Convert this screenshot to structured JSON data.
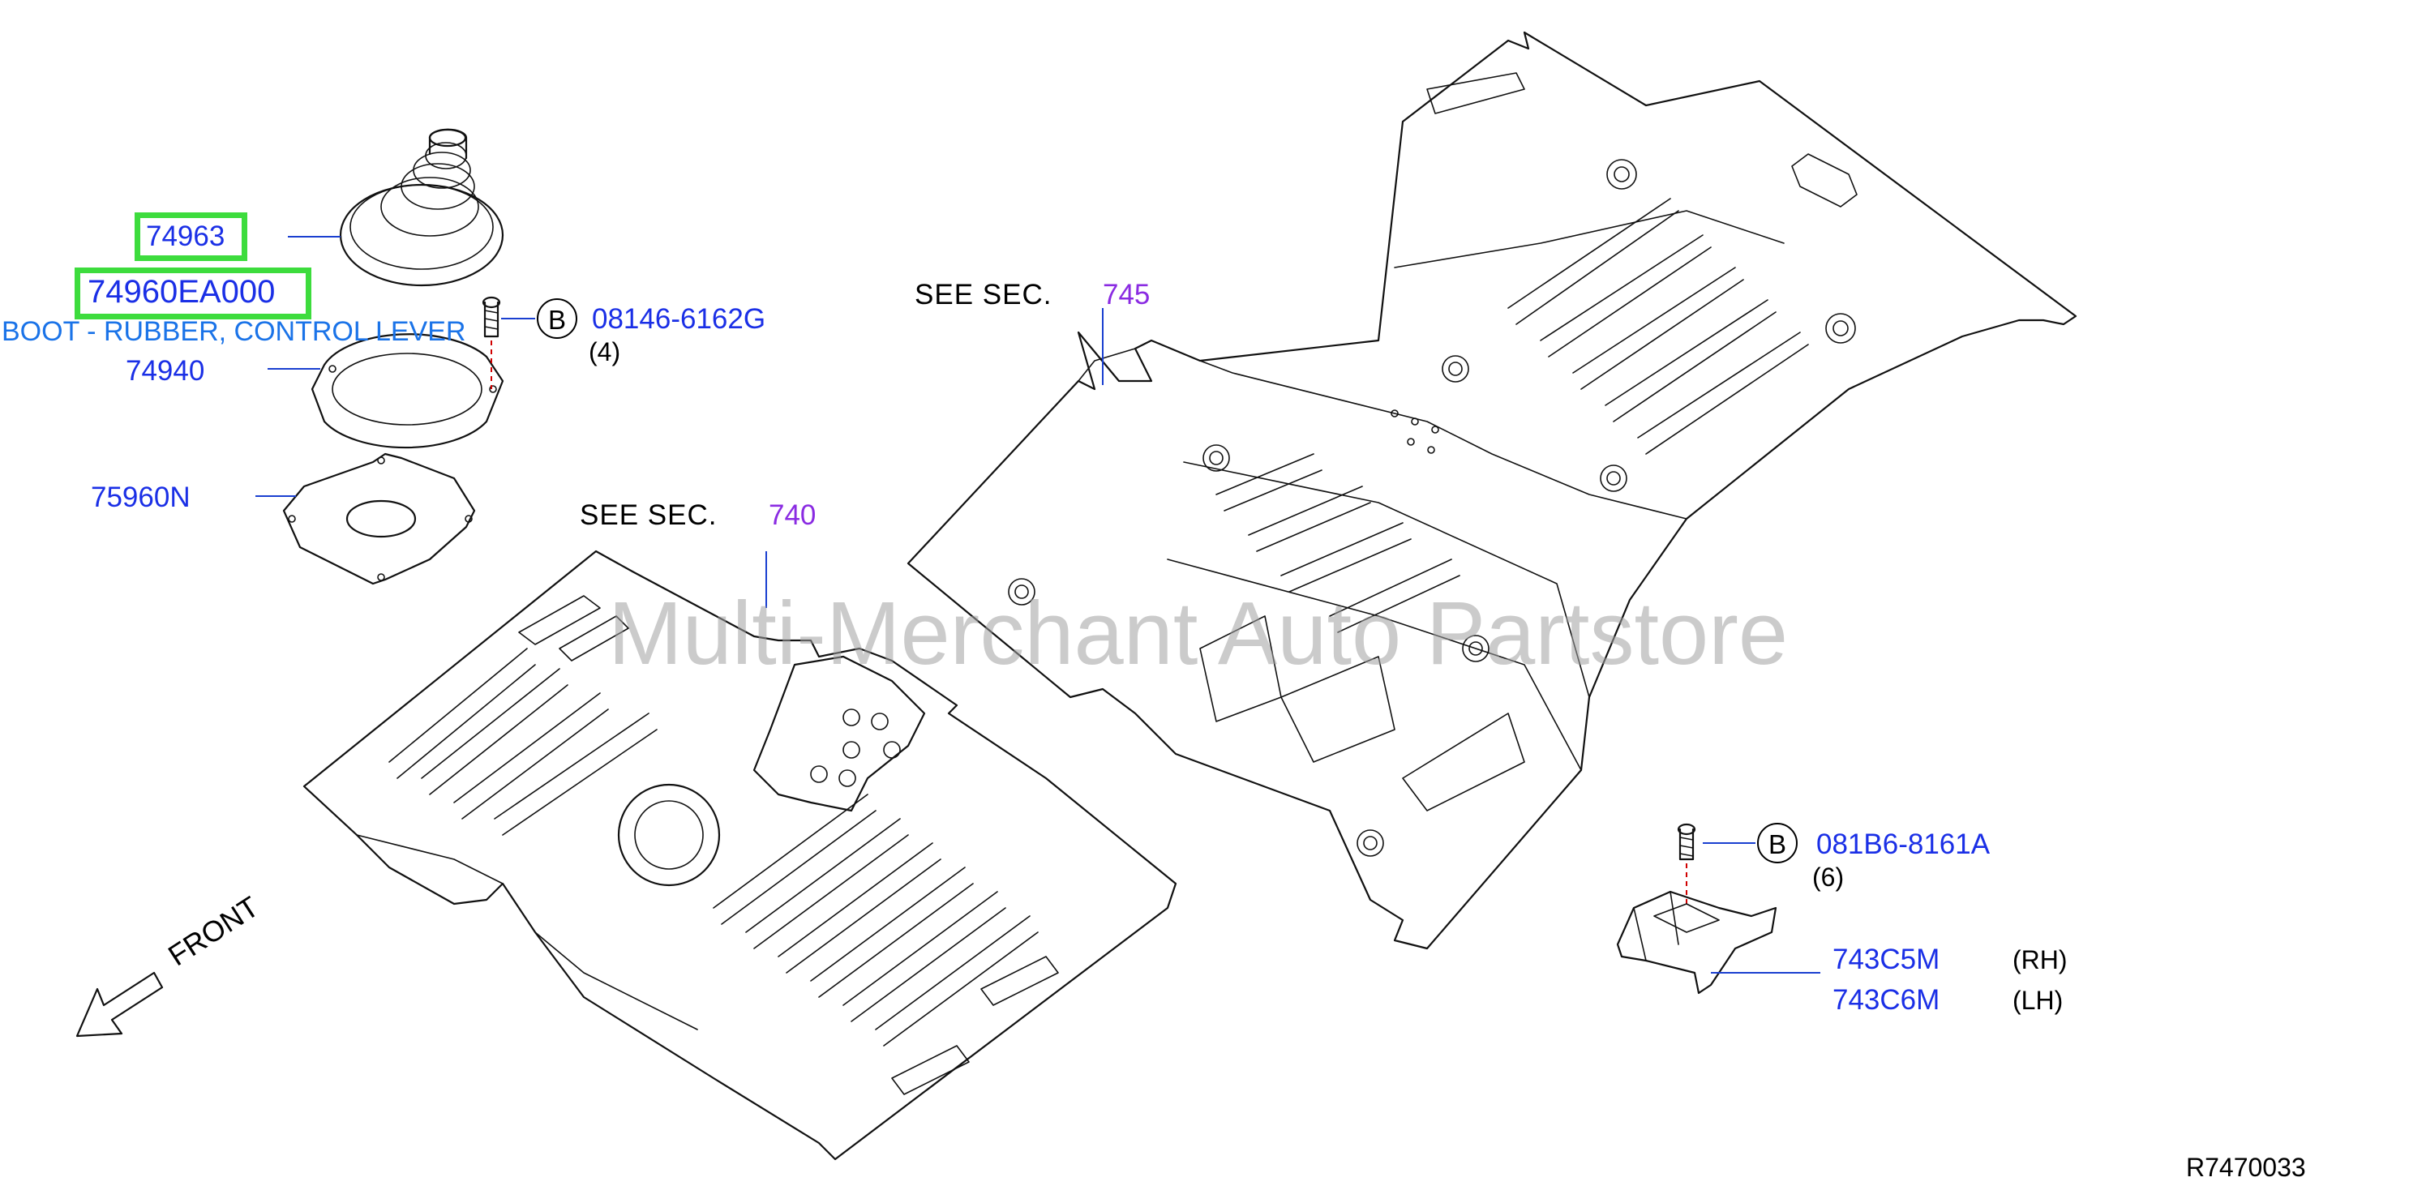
{
  "parts": {
    "boot": {
      "number": "74963"
    },
    "boot_assy": {
      "number": "74960EA000",
      "description": "BOOT - RUBBER, CONTROL LEVER"
    },
    "ring": {
      "number": "74940"
    },
    "plate": {
      "number": "75960N"
    },
    "bolt_top": {
      "symbol": "B",
      "number": "08146-6162G",
      "qty": "(4)"
    },
    "bolt_bottom": {
      "symbol": "B",
      "number": "081B6-8161A",
      "qty": "(6)"
    },
    "bracket_rh": {
      "number": "743C5M",
      "side": "(RH)"
    },
    "bracket_lh": {
      "number": "743C6M",
      "side": "(LH)"
    }
  },
  "refs": {
    "sec745": {
      "see": "SEE   SEC.",
      "sec": "745"
    },
    "sec740": {
      "see": "SEE   SEC.",
      "sec": "740"
    }
  },
  "front_label": "FRONT",
  "watermark": "Multi-Merchant Auto Partstore",
  "diagram_code": "R7470033",
  "colors": {
    "part_number": "#1a2fe6",
    "section_ref": "#8a2be2",
    "highlight": "#3ddc3d",
    "description": "#1a73e8"
  }
}
